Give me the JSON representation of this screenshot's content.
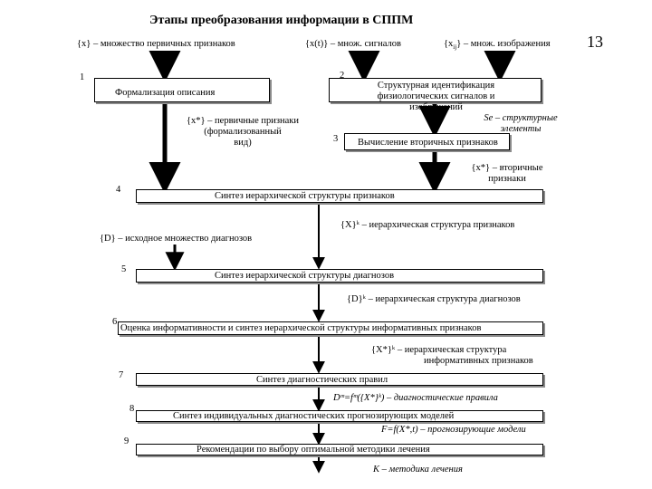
{
  "title": "Этапы преобразования информации в СППМ",
  "slide_number": "13",
  "inputs": {
    "primary_features": "{x} – множество первичных признаков",
    "signals": "{x(t)} – множ. сигналов",
    "images": "{x",
    "images_sub": "ij",
    "images_tail": "} – множ. изображения"
  },
  "steps": [
    {
      "num": "1",
      "label": "Формализация описания"
    },
    {
      "num": "2",
      "label": "Структурная идентификация физиологических сигналов и изображений"
    },
    {
      "num": "3",
      "label": "Вычисление вторичных признаков"
    },
    {
      "num": "4",
      "label": "Синтез иерархической структуры признаков"
    },
    {
      "num": "5",
      "label": "Синтез иерархической структуры диагнозов"
    },
    {
      "num": "6",
      "label": "Оценка информативности и синтез иерархической структуры информативных признаков"
    },
    {
      "num": "7",
      "label": "Синтез диагностических правил"
    },
    {
      "num": "8",
      "label": "Синтез индивидуальных диагностических прогнозирующих моделей"
    },
    {
      "num": "9",
      "label": "Рекомендации по выбору оптимальной методики лечения"
    }
  ],
  "annotations": {
    "x_star_line1": "{x*} – первичные признаки",
    "x_star_line2": "(формализованный",
    "x_star_line3": "вид)",
    "se_line1": "Se – структурные",
    "se_line2": "элементы",
    "secondary_line1": "{x*} – вторичные",
    "secondary_line2": "признаки",
    "hier_features": "{X}ᵏ – иерархическая структура признаков",
    "initial_diagnoses": "{D} – исходное множество диагнозов",
    "hier_diagnoses": "{D}ᵏ – иерархическая структура диагнозов",
    "hier_informative_line1": "{X*}ᵏ – иерархическая структура",
    "hier_informative_line2": "информативных признаков",
    "diag_rules": "Dᵐ=fᵐ({X*}ᵏ) – диагностические правила",
    "prog_models": "F=f(X*,t) – прогнозирующие модели",
    "method": "K – методика лечения"
  },
  "colors": {
    "box_border": "#000000",
    "box_shadow": "#8a8a8a",
    "arrow": "#000000"
  }
}
